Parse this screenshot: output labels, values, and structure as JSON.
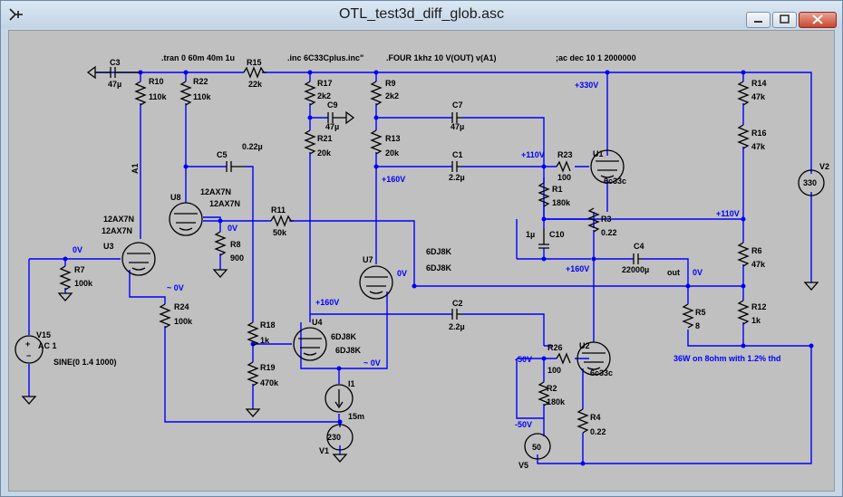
{
  "window": {
    "title": "OTL_test3d_diff_glob.asc",
    "controls": [
      "minimize",
      "maximize",
      "close"
    ],
    "icons": {
      "app": "ltspice-icon",
      "min": "minimize-icon",
      "max": "maximize-icon",
      "close": "close-icon"
    }
  },
  "directives": {
    "tran": ".tran 0 60m 40m 1u",
    "inc": ".inc 6C33Cplus.inc\"",
    "four": ".FOUR 1khz 10 V(OUT) v(A1)",
    "ac": ";ac dec 10 1 2000000"
  },
  "labels": {
    "C3": "C3",
    "C3v": "47µ",
    "R10": "R10",
    "R10v": "110k",
    "R22": "R22",
    "R22v": "110k",
    "R15": "R15",
    "R15v": "22k",
    "R17": "R17",
    "R17v": "2k2",
    "R9": "R9",
    "R9v": "2k2",
    "C9": "C9",
    "C9v": "47µ",
    "C7": "C7",
    "C7v": "47µ",
    "R21": "R21",
    "R21v": "20k",
    "R13": "R13",
    "R13v": "20k",
    "C1": "C1",
    "C1v": "2.2µ",
    "C5": "C5",
    "C5v": "0.22µ",
    "U8": "U8",
    "U8m1": "12AX7N",
    "U8m2": "12AX7N",
    "U3": "U3",
    "U3m1": "12AX7N",
    "U3m2": "12AX7N",
    "A1": "A1",
    "R11": "R11",
    "R11v": "50k",
    "R8": "R8",
    "R8v": "900",
    "R7": "R7",
    "R7v": "100k",
    "R24": "R24",
    "R24v": "100k",
    "R18": "R18",
    "R18v": "1k",
    "R19": "R19",
    "R19v": "470k",
    "V15": "V15",
    "V15ac": "AC 1",
    "V15sine": "SINE(0 1.4 1000)",
    "U4": "U4",
    "U4m1": "6DJ8K",
    "U4m2": "6DJ8K",
    "U7": "U7",
    "U7m1": "6DJ8K",
    "U7m2": "6DJ8K",
    "C2": "C2",
    "C2v": "2.2µ",
    "I1": "I1",
    "I1v": "15m",
    "V1": "V1",
    "V1v": "230",
    "V5": "V5",
    "V5v": "50",
    "R23": "R23",
    "R23v": "100",
    "U1": "U1",
    "U1m": "6c33c",
    "R1": "R1",
    "R1v": "180k",
    "C10": "C10",
    "C10v": "1µ",
    "R3": "R3",
    "R3v": "0.22",
    "C4": "C4",
    "C4v": "22000µ",
    "out": "out",
    "R5": "R5",
    "R5v": "8",
    "R26": "R26",
    "R26v": "100",
    "U2": "U2",
    "U2m": "6c33c",
    "R2": "R2",
    "R2v": "180k",
    "R4": "R4",
    "R4v": "0.22",
    "R14": "R14",
    "R14v": "47k",
    "R16": "R16",
    "R16v": "47k",
    "R6": "R6",
    "R6v": "47k",
    "R12": "R12",
    "R12v": "1k",
    "V2": "V2",
    "V2v": "330"
  },
  "voltages": {
    "v330": "+330V",
    "v110a": "+110V",
    "v110b": "+110V",
    "v160a": "+160V",
    "v160b": "+160V",
    "v160c": "+160V",
    "v0a": "0V",
    "v0b": "0V",
    "v0c": "0V",
    "v0d": "0V",
    "v0e": "~ 0V",
    "v0f": "~ 0V",
    "vm50a": "-50V",
    "vm50b": "-50V"
  },
  "note": "36W on 8ohm with 1.2% thd"
}
